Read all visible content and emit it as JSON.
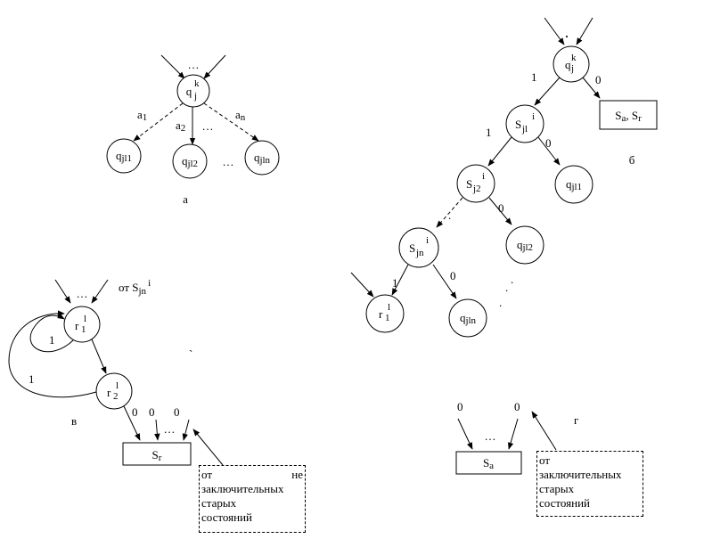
{
  "diagram_a": {
    "tag": "а",
    "root": {
      "main": "q",
      "sup": "k",
      "sub": "j"
    },
    "children": [
      {
        "main": "q",
        "sub": "jl1"
      },
      {
        "main": "q",
        "sub": "jl2"
      },
      {
        "main": "q",
        "sub": "jln"
      }
    ],
    "edge_labels": [
      {
        "main": "a",
        "sub": "1"
      },
      {
        "main": "a",
        "sub": "2"
      },
      {
        "main": "a",
        "sub": "n"
      }
    ],
    "ellipsis_top": "…",
    "ellipsis_mid": "…",
    "ellipsis_bottom": "…"
  },
  "diagram_b": {
    "tag": "б",
    "top_dot": ".",
    "root": {
      "main": "q",
      "sup": "k",
      "sub": "j"
    },
    "box": {
      "parts": [
        {
          "main": "S",
          "sub": "a"
        },
        {
          "main": "S",
          "sub": "r"
        }
      ],
      "sep": ", "
    },
    "s1": {
      "main": "S",
      "sup": "i",
      "sub": "jl"
    },
    "s2": {
      "main": "S",
      "sup": "i",
      "sub": "j2"
    },
    "sn": {
      "main": "S",
      "sup": "i",
      "sub": "jn"
    },
    "q1": {
      "main": "q",
      "sub": "jl1"
    },
    "q2": {
      "main": "q",
      "sub": "jl2"
    },
    "qn": {
      "main": "q",
      "sub": "jln"
    },
    "r1": {
      "main": "r",
      "sup": "l",
      "sub": "1"
    },
    "edges": {
      "root_s1": "1",
      "root_box": "0",
      "s1_s2": "1",
      "s1_q1": "0",
      "s2_q2": "0",
      "sn_r1": "1",
      "sn_qn": "0"
    },
    "dots_a": ".",
    "dots_b": "."
  },
  "diagram_c": {
    "tag": "в",
    "from_label": {
      "prefix": "от ",
      "main": "S",
      "sub": "jn",
      "sup": "i"
    },
    "ellipsis_top": "…",
    "ellipsis_bottom": "…",
    "r1": {
      "main": "r",
      "sup": "l",
      "sub": "1"
    },
    "r2": {
      "main": "r",
      "sup": "l",
      "sub": "2"
    },
    "loop_label": "1",
    "back_label": "1",
    "zeros": [
      "0",
      "0",
      "0"
    ],
    "box": {
      "main": "S",
      "sub": "r"
    },
    "note": [
      "от",
      "не",
      "заключительных",
      "старых",
      "состояний"
    ],
    "stray": "`"
  },
  "diagram_d": {
    "tag": "г",
    "zeros": [
      "0",
      "0"
    ],
    "ellipsis": "…",
    "box": {
      "main": "S",
      "sub": "a"
    },
    "note": [
      "от",
      "заключительных",
      "старых",
      "состояний"
    ]
  }
}
